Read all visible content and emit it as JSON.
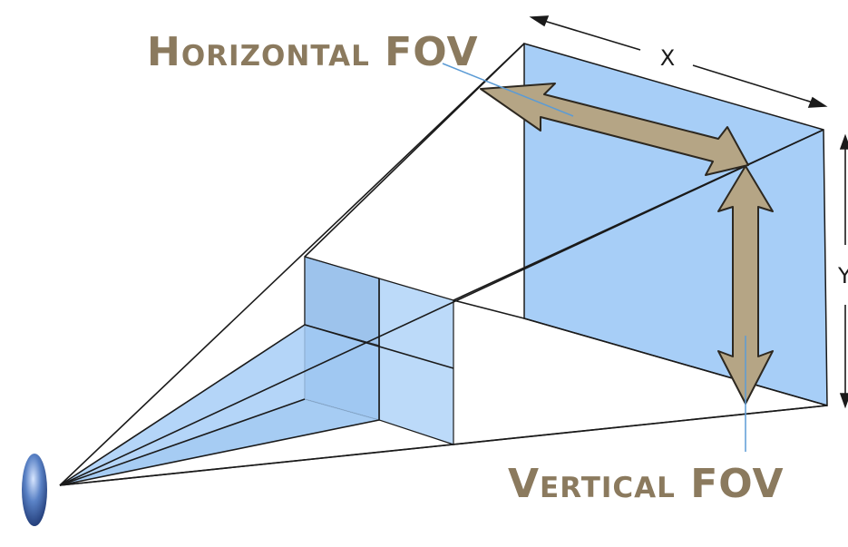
{
  "labels": {
    "horizontal_fov": "Horizontal FOV",
    "vertical_fov": "Vertical FOV",
    "x_dim": "X",
    "y_dim": "Y"
  },
  "colors": {
    "fov_text": "#8b7a5e",
    "arrow_fill": "#b5a585",
    "plane_fill": "#a7cef7",
    "plane_dark": "#6e9bcc",
    "leader_line": "#5b9bd5",
    "lens": "#2a4b8d"
  }
}
